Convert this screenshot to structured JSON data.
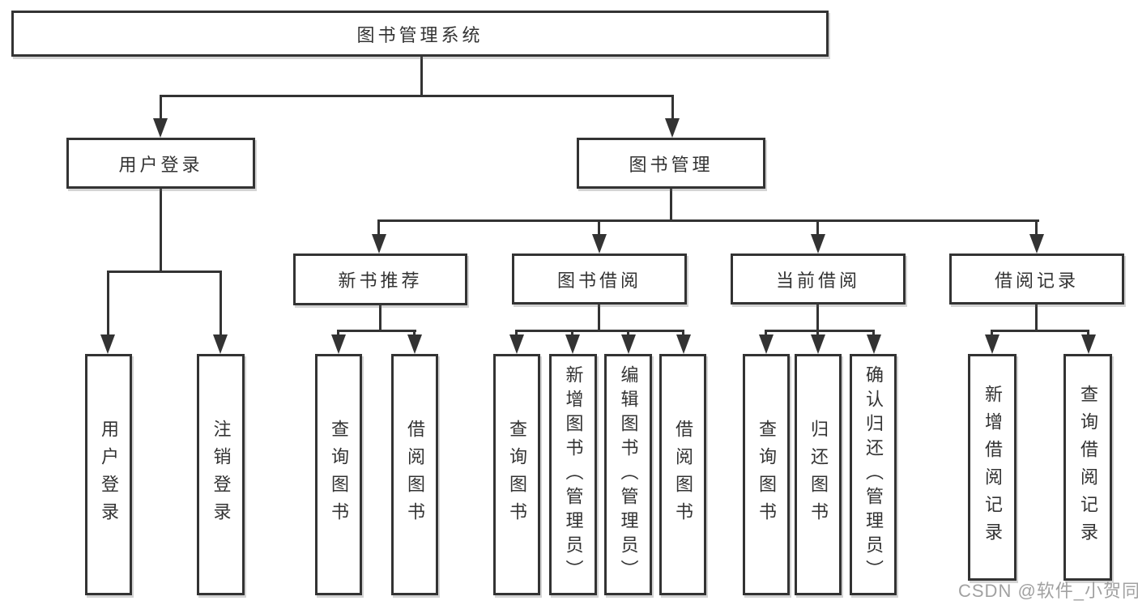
{
  "title": "图书管理系统",
  "colors": {
    "line": "#333333",
    "text": "#333333",
    "box_background": "#ffffff",
    "watermark": "#919191",
    "background": "#ffffff"
  },
  "diagram": {
    "type": "tree",
    "root": {
      "label": "图书管理系统"
    },
    "level2": [
      {
        "label": "用户登录"
      },
      {
        "label": "图书管理"
      }
    ],
    "level3": [
      {
        "parent": "图书管理",
        "label": "新书推荐"
      },
      {
        "parent": "图书管理",
        "label": "图书借阅"
      },
      {
        "parent": "图书管理",
        "label": "当前借阅"
      },
      {
        "parent": "图书管理",
        "label": "借阅记录"
      }
    ],
    "leaves": [
      {
        "parent": "用户登录",
        "label": "用户登录"
      },
      {
        "parent": "用户登录",
        "label": "注销登录"
      },
      {
        "parent": "新书推荐",
        "label": "查询图书"
      },
      {
        "parent": "新书推荐",
        "label": "借阅图书"
      },
      {
        "parent": "图书借阅",
        "label": "查询图书"
      },
      {
        "parent": "图书借阅",
        "label": "新增图书（管理员）"
      },
      {
        "parent": "图书借阅",
        "label": "编辑图书（管理员）"
      },
      {
        "parent": "图书借阅",
        "label": "借阅图书"
      },
      {
        "parent": "当前借阅",
        "label": "查询图书"
      },
      {
        "parent": "当前借阅",
        "label": "归还图书"
      },
      {
        "parent": "当前借阅",
        "label": "确认归还（管理员）"
      },
      {
        "parent": "借阅记录",
        "label": "新增借阅记录"
      },
      {
        "parent": "借阅记录",
        "label": "查询借阅记录"
      }
    ]
  },
  "watermark": {
    "text": "CSDN @软件_小贺同学"
  }
}
